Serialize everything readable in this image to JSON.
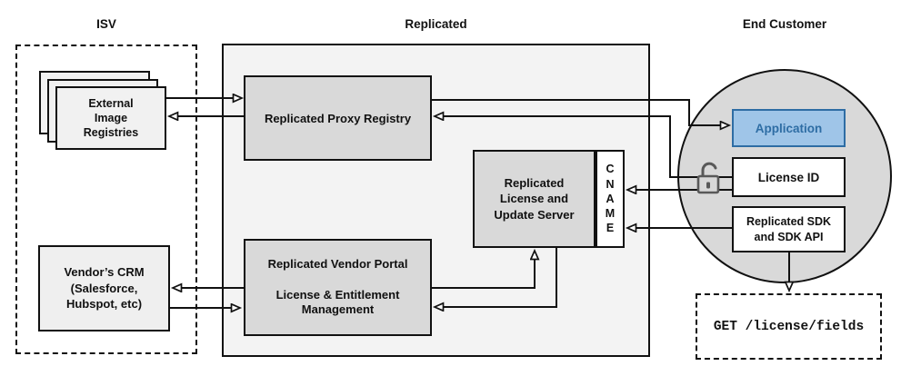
{
  "sections": {
    "isv_label": "ISV",
    "replicated_label": "Replicated",
    "end_customer_label": "End Customer"
  },
  "nodes": {
    "external_image_registries": "External\nImage\nRegistries",
    "vendors_crm": "Vendor’s CRM\n(Salesforce,\nHubspot, etc)",
    "replicated_proxy_registry": "Replicated Proxy Registry",
    "replicated_vendor_portal": "Replicated Vendor Portal\n\nLicense & Entitlement\nManagement",
    "replicated_license_update_server": "Replicated\nLicense and\nUpdate Server",
    "cname": "C\nN\nA\nM\nE",
    "application": "Application",
    "license_id": "License ID",
    "replicated_sdk": "Replicated SDK\nand SDK API",
    "get_license_fields": "GET /license/fields"
  },
  "icons": {
    "unlocked_padlock": "unlocked-padlock-icon"
  },
  "colors": {
    "accent_blue_fill": "#9fc5e8",
    "accent_blue_border": "#2e6da4",
    "node_gray_fill": "#d9d9d9",
    "section_gray_fill": "#f3f3f3",
    "circle_gray_fill": "#d9d9d9",
    "line_color": "#111111"
  }
}
